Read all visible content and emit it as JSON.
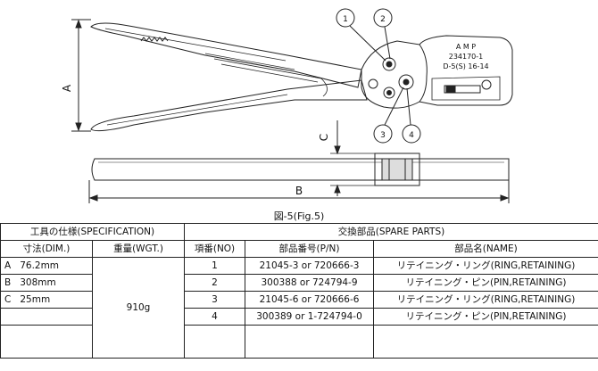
{
  "figure": {
    "marks": {
      "a": "A",
      "b": "B",
      "c": "C"
    },
    "callouts": {
      "c1": "1",
      "c2": "2",
      "c3": "3",
      "c4": "4"
    },
    "head_text": {
      "brand": "A M P",
      "part_no": "234170-1",
      "die": "D-5(S)  16-14"
    },
    "caption": "図-5(Fig.5)"
  },
  "spec": {
    "title": "工具の仕様(SPECIFICATION)",
    "dim_header": "寸法(DIM.)",
    "wgt_header": "重量(WGT.)",
    "dims": [
      {
        "key": "A",
        "value": "76.2mm"
      },
      {
        "key": "B",
        "value": "308mm"
      },
      {
        "key": "C",
        "value": "25mm"
      }
    ],
    "weight": "910g"
  },
  "parts": {
    "title": "交換部品(SPARE PARTS)",
    "headers": {
      "no": "項番(NO)",
      "pn": "部品番号(P/N)",
      "name": "部品名(NAME)"
    },
    "rows": [
      {
        "no": "1",
        "pn": "21045-3 or 720666-3",
        "name": "リテイニング・リング(RING,RETAINING)"
      },
      {
        "no": "2",
        "pn": "300388 or 724794-9",
        "name": "リテイニング・ピン(PIN,RETAINING)"
      },
      {
        "no": "3",
        "pn": "21045-6 or 720666-6",
        "name": "リテイニング・リング(RING,RETAINING)"
      },
      {
        "no": "4",
        "pn": "300389 or 1-724794-0",
        "name": "リテイニング・ピン(PIN,RETAINING)"
      }
    ]
  }
}
